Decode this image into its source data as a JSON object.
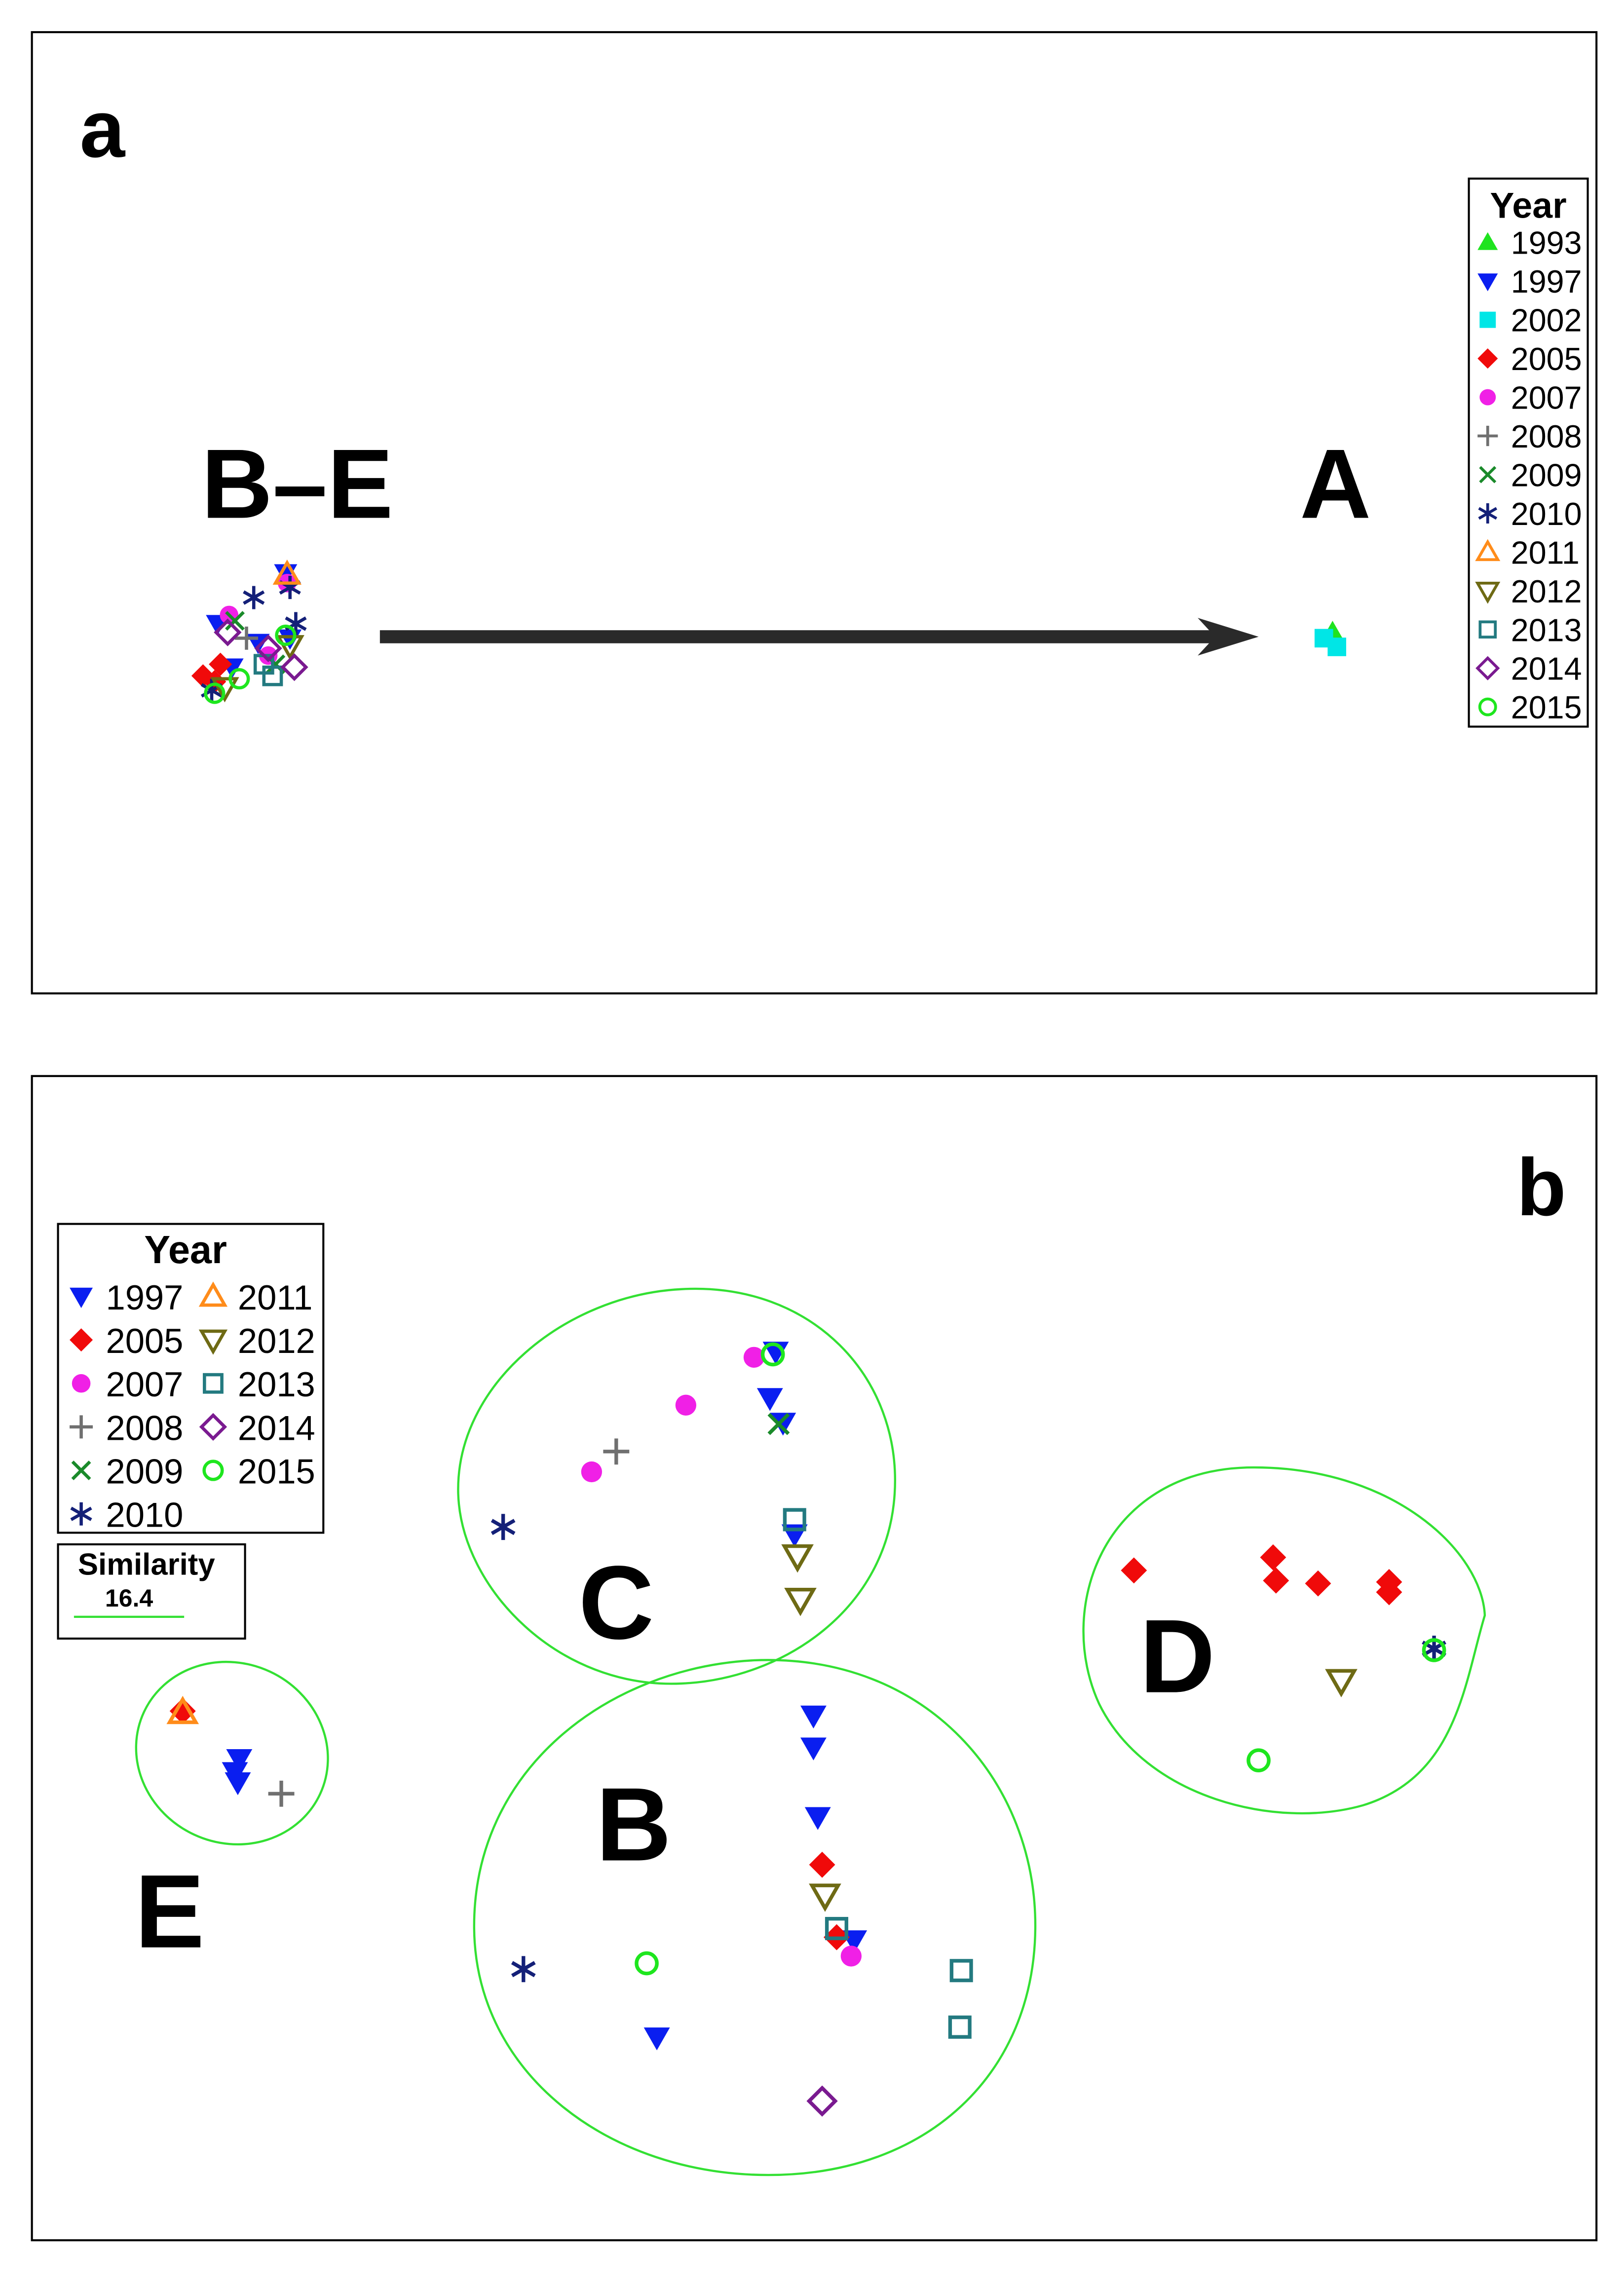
{
  "legend_style": {
    "1993": {
      "marker": "triangle-up-filled",
      "color": "#1fe31f"
    },
    "1997": {
      "marker": "triangle-down-filled",
      "color": "#0a1ef0"
    },
    "2002": {
      "marker": "square-filled",
      "color": "#00e6e6"
    },
    "2005": {
      "marker": "diamond-filled",
      "color": "#f00a0a"
    },
    "2007": {
      "marker": "circle-filled",
      "color": "#f020e6"
    },
    "2008": {
      "marker": "plus",
      "color": "#707070"
    },
    "2009": {
      "marker": "x",
      "color": "#1a8a2a"
    },
    "2010": {
      "marker": "asterisk",
      "color": "#142078"
    },
    "2011": {
      "marker": "triangle-up-open",
      "color": "#ff8c1a"
    },
    "2012": {
      "marker": "triangle-down-open",
      "color": "#6e6a14"
    },
    "2013": {
      "marker": "square-open",
      "color": "#237a80"
    },
    "2014": {
      "marker": "diamond-open",
      "color": "#7a1a90"
    },
    "2015": {
      "marker": "circle-open",
      "color": "#1ee61e"
    }
  },
  "chart_data": [
    {
      "type": "scatter",
      "panel_label": "a",
      "legend": {
        "title": "Year",
        "placement": "right",
        "entries": [
          "1993",
          "1997",
          "2002",
          "2005",
          "2007",
          "2008",
          "2009",
          "2010",
          "2011",
          "2012",
          "2013",
          "2014",
          "2015"
        ]
      },
      "group_labels": [
        "B–E",
        "A"
      ],
      "series": [
        {
          "name": "1993",
          "points": [
            [
              919,
              436
            ]
          ]
        },
        {
          "name": "1997",
          "points": [
            [
              150,
              430
            ],
            [
              178,
              443
            ],
            [
              197,
              395
            ],
            [
              200,
              440
            ],
            [
              160,
              460
            ]
          ]
        },
        {
          "name": "2002",
          "points": [
            [
              913,
              440
            ],
            [
              922,
              446
            ]
          ]
        },
        {
          "name": "2005",
          "points": [
            [
              140,
              466
            ],
            [
              152,
              458
            ],
            [
              148,
              470
            ]
          ]
        },
        {
          "name": "2007",
          "points": [
            [
              158,
              424
            ],
            [
              185,
              452
            ],
            [
              198,
              402
            ]
          ]
        },
        {
          "name": "2008",
          "points": [
            [
              170,
              440
            ]
          ]
        },
        {
          "name": "2009",
          "points": [
            [
              162,
              428
            ],
            [
              190,
              458
            ]
          ]
        },
        {
          "name": "2010",
          "points": [
            [
              175,
              412
            ],
            [
              204,
              430
            ],
            [
              146,
              476
            ],
            [
              200,
              405
            ]
          ]
        },
        {
          "name": "2011",
          "points": [
            [
              198,
              396
            ]
          ]
        },
        {
          "name": "2012",
          "points": [
            [
              155,
              474
            ],
            [
              200,
              445
            ]
          ]
        },
        {
          "name": "2013",
          "points": [
            [
              188,
              466
            ],
            [
              182,
              458
            ]
          ]
        },
        {
          "name": "2014",
          "points": [
            [
              157,
              436
            ],
            [
              185,
              447
            ],
            [
              203,
              460
            ]
          ]
        },
        {
          "name": "2015",
          "points": [
            [
              148,
              478
            ],
            [
              165,
              468
            ],
            [
              197,
              438
            ]
          ]
        }
      ]
    },
    {
      "type": "scatter",
      "panel_label": "b",
      "legend": {
        "title": "Year",
        "placement": "top-left",
        "entries": [
          "1997",
          "2005",
          "2007",
          "2008",
          "2009",
          "2010",
          "2011",
          "2012",
          "2013",
          "2014",
          "2015"
        ]
      },
      "similarity": {
        "title": "Similarity",
        "value": "16.4"
      },
      "group_labels": [
        "C",
        "B",
        "D",
        "E"
      ],
      "series": [
        {
          "name": "1997",
          "points": [
            [
              531,
              964
            ],
            [
              540,
              981
            ],
            [
              548,
              1058
            ],
            [
              561,
              1183
            ],
            [
              561,
              1205
            ],
            [
              564,
              1253
            ],
            [
              589,
              1338
            ],
            [
              453,
              1405
            ],
            [
              165,
              1213
            ],
            [
              162,
              1222
            ],
            [
              164,
              1229
            ],
            [
              535,
              932
            ]
          ]
        },
        {
          "name": "2005",
          "points": [
            [
              782,
              1083
            ],
            [
              878,
              1074
            ],
            [
              880,
              1090
            ],
            [
              909,
              1092
            ],
            [
              958,
              1091
            ],
            [
              958,
              1098
            ],
            [
              577,
              1336
            ],
            [
              126,
              1180
            ],
            [
              567,
              1286
            ]
          ]
        },
        {
          "name": "2007",
          "points": [
            [
              408,
              1015
            ],
            [
              473,
              969
            ],
            [
              520,
              936
            ],
            [
              587,
              1349
            ]
          ]
        },
        {
          "name": "2008",
          "points": [
            [
              425,
              1001
            ],
            [
              194,
              1237
            ]
          ]
        },
        {
          "name": "2009",
          "points": [
            [
              537,
              982
            ]
          ]
        },
        {
          "name": "2010",
          "points": [
            [
              347,
              1053
            ],
            [
              361,
              1358
            ],
            [
              989,
              1137
            ]
          ]
        },
        {
          "name": "2011",
          "points": [
            [
              126,
              1181
            ]
          ]
        },
        {
          "name": "2012",
          "points": [
            [
              550,
              1073
            ],
            [
              552,
              1103
            ],
            [
              569,
              1307
            ],
            [
              925,
              1159
            ]
          ]
        },
        {
          "name": "2013",
          "points": [
            [
              548,
              1048
            ],
            [
              577,
              1330
            ],
            [
              663,
              1359
            ],
            [
              662,
              1398
            ]
          ]
        },
        {
          "name": "2014",
          "points": [
            [
              567,
              1449
            ]
          ]
        },
        {
          "name": "2015",
          "points": [
            [
              533,
              934
            ],
            [
              446,
              1354
            ],
            [
              868,
              1214
            ],
            [
              989,
              1138
            ]
          ]
        }
      ]
    }
  ]
}
